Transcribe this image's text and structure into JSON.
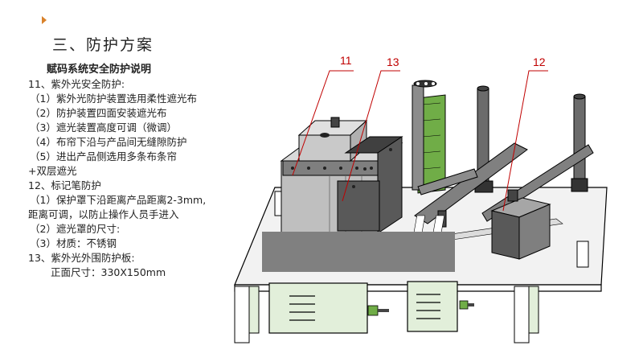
{
  "slide": {
    "title": "三、防护方案",
    "subtitle": "赋码系统安全防护说明",
    "lines": [
      "11、紫外光安全防护:",
      "（1）紫外光防护装置选用柔性遮光布",
      "（2）防护装置四面安装遮光布",
      "（3）遮光装置高度可调（微调）",
      "（4）布帘下沿与产品间无缝隙防护",
      "（5）进出产品侧选用多条布条帘",
      "+双层遮光",
      "12、标记笔防护",
      "（1）保护罩下沿距离产品距离2-3mm,",
      "距离可调，以防止操作人员手进入",
      "（2）遮光罩的尺寸:",
      "（3）材质：不锈钢",
      "13、紫外光外围防护板:",
      "正面尺寸：330X150mm"
    ]
  },
  "diagram": {
    "callouts": {
      "c11": "11",
      "c13": "13",
      "c12": "12"
    },
    "colors": {
      "callout_red": "#c00000",
      "table_gray": "#f2f2f2",
      "cabinet_green": "#e2efda",
      "rail_green": "#70ad47",
      "steel_dark": "#6b6b6b",
      "shield_gray": "#808080"
    }
  }
}
